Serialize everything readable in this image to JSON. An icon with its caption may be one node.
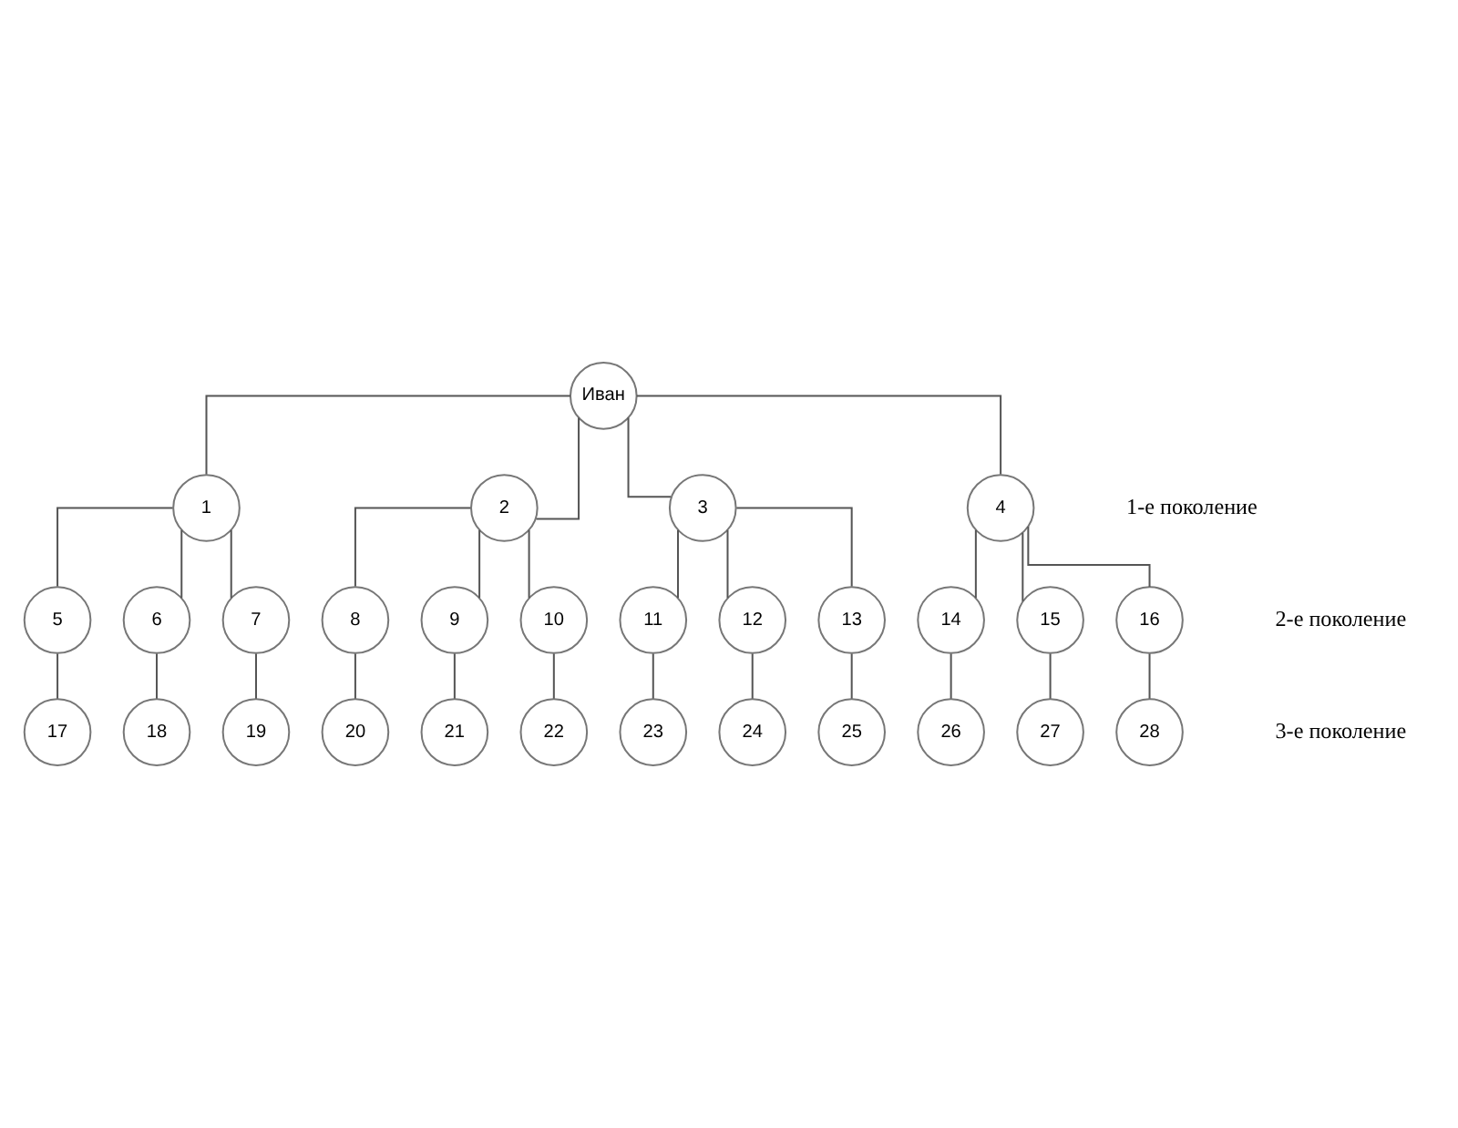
{
  "diagram": {
    "nodes": [
      {
        "text": [
          "Иван"
        ]
      },
      {
        "text": [
          "1"
        ]
      },
      {
        "text": [
          "2"
        ]
      },
      {
        "text": [
          "3"
        ]
      },
      {
        "text": [
          "4"
        ]
      },
      {
        "text": [
          "5"
        ]
      },
      {
        "text": [
          "6"
        ]
      },
      {
        "text": [
          "7"
        ]
      },
      {
        "text": [
          "8"
        ]
      },
      {
        "text": [
          "9"
        ]
      },
      {
        "text": [
          "10"
        ]
      },
      {
        "text": [
          "11"
        ]
      },
      {
        "text": [
          "12"
        ]
      },
      {
        "text": [
          "13"
        ]
      },
      {
        "text": [
          "14"
        ]
      },
      {
        "text": [
          "15"
        ]
      },
      {
        "text": [
          "16"
        ]
      },
      {
        "text": [
          "17"
        ]
      },
      {
        "text": [
          "18"
        ]
      },
      {
        "text": [
          "19"
        ]
      },
      {
        "text": [
          "20"
        ]
      },
      {
        "text": [
          "21"
        ]
      },
      {
        "text": [
          "22"
        ]
      },
      {
        "text": [
          "23"
        ]
      },
      {
        "text": [
          "24"
        ]
      },
      {
        "text": [
          "25"
        ]
      },
      {
        "text": [
          "26"
        ]
      },
      {
        "text": [
          "27"
        ]
      },
      {
        "text": [
          "28"
        ]
      }
    ],
    "edges": [
      {
        "from": 0,
        "to": 1,
        "arrow": "none"
      },
      {
        "from": 0,
        "to": 2,
        "arrow": "none"
      },
      {
        "from": 0,
        "to": 3,
        "arrow": "none"
      },
      {
        "from": 0,
        "to": 4,
        "arrow": "none"
      },
      {
        "from": 1,
        "to": 5,
        "arrow": "none"
      },
      {
        "from": 1,
        "to": 6,
        "arrow": "none"
      },
      {
        "from": 1,
        "to": 7,
        "arrow": "none"
      },
      {
        "from": 2,
        "to": 8,
        "arrow": "none"
      },
      {
        "from": 2,
        "to": 9,
        "arrow": "none"
      },
      {
        "from": 2,
        "to": 10,
        "arrow": "none"
      },
      {
        "from": 3,
        "to": 11,
        "arrow": "none"
      },
      {
        "from": 3,
        "to": 12,
        "arrow": "none"
      },
      {
        "from": 3,
        "to": 13,
        "arrow": "none"
      },
      {
        "from": 4,
        "to": 14,
        "arrow": "none"
      },
      {
        "from": 4,
        "to": 15,
        "arrow": "none"
      },
      {
        "from": 4,
        "to": 16,
        "arrow": "none"
      },
      {
        "from": 5,
        "to": 17,
        "arrow": "none"
      },
      {
        "from": 6,
        "to": 18,
        "arrow": "none"
      },
      {
        "from": 7,
        "to": 19,
        "arrow": "none"
      },
      {
        "from": 8,
        "to": 20,
        "arrow": "none"
      },
      {
        "from": 9,
        "to": 21,
        "arrow": "none"
      },
      {
        "from": 10,
        "to": 22,
        "arrow": "none"
      },
      {
        "from": 11,
        "to": 23,
        "arrow": "none"
      },
      {
        "from": 12,
        "to": 24,
        "arrow": "none"
      },
      {
        "from": 13,
        "to": 25,
        "arrow": "none"
      },
      {
        "from": 14,
        "to": 26,
        "arrow": "none"
      },
      {
        "from": 15,
        "to": 27,
        "arrow": "none"
      },
      {
        "from": 16,
        "to": 28,
        "arrow": "none"
      }
    ],
    "labels": [
      "1-е поколение",
      "2-е поколение",
      "3-е поколение"
    ]
  }
}
